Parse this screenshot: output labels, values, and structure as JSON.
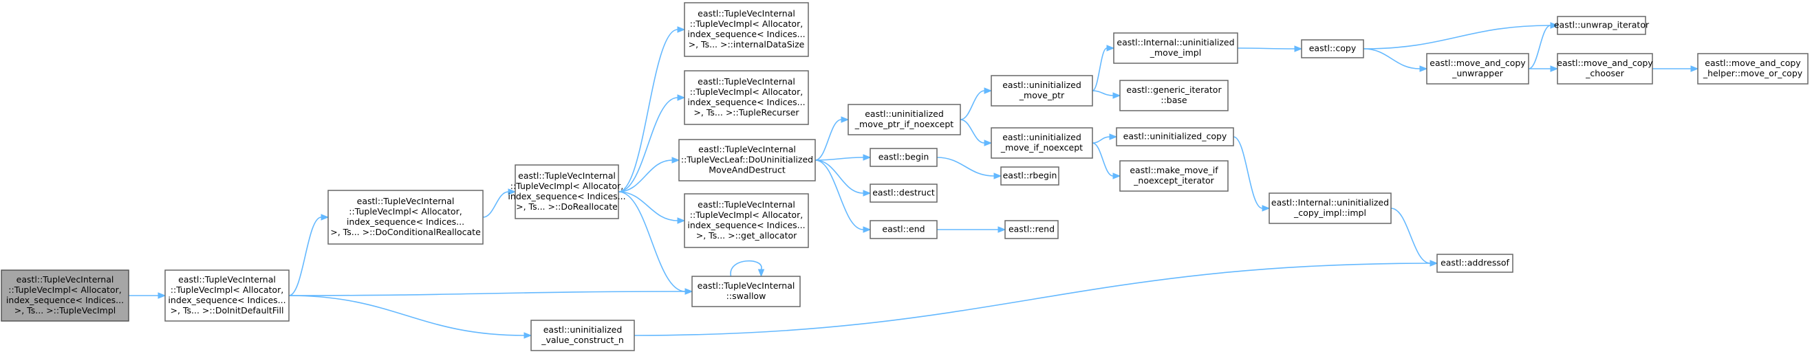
{
  "colors": {
    "edge": "#63b8ff",
    "node_border": "#666666",
    "root_fill": "#a6a6a6",
    "node_fill": "#ffffff"
  },
  "nodes": [
    {
      "id": "n0",
      "lines": [
        "eastl::TupleVecInternal",
        "::TupleVecImpl< Allocator,",
        "index_sequence< Indices...",
        ">, Ts... >::TupleVecImpl"
      ],
      "root": true
    },
    {
      "id": "n1",
      "lines": [
        "eastl::TupleVecInternal",
        "::TupleVecImpl< Allocator,",
        "index_sequence< Indices...",
        ">, Ts... >::DoInitDefaultFill"
      ]
    },
    {
      "id": "n2",
      "lines": [
        "eastl::TupleVecInternal",
        "::TupleVecImpl< Allocator,",
        "index_sequence< Indices...",
        ">, Ts... >::DoConditionalReallocate"
      ]
    },
    {
      "id": "n3",
      "lines": [
        "eastl::TupleVecInternal",
        "::TupleVecImpl< Allocator,",
        "index_sequence< Indices...",
        ">, Ts... >::DoReallocate"
      ]
    },
    {
      "id": "n4",
      "lines": [
        "eastl::TupleVecInternal",
        "::TupleVecImpl< Allocator,",
        "index_sequence< Indices...",
        ">, Ts... >::internalDataSize"
      ]
    },
    {
      "id": "n5",
      "lines": [
        "eastl::TupleVecInternal",
        "::TupleVecImpl< Allocator,",
        "index_sequence< Indices...",
        ">, Ts... >::TupleRecurser"
      ]
    },
    {
      "id": "n6",
      "lines": [
        "eastl::TupleVecInternal",
        "::TupleVecLeaf::DoUninitialized",
        "MoveAndDestruct"
      ]
    },
    {
      "id": "n7",
      "lines": [
        "eastl::TupleVecInternal",
        "::TupleVecImpl< Allocator,",
        "index_sequence< Indices...",
        ">, Ts... >::get_allocator"
      ]
    },
    {
      "id": "n8",
      "lines": [
        "eastl::TupleVecInternal",
        "::swallow"
      ]
    },
    {
      "id": "n9",
      "lines": [
        "eastl::uninitialized",
        "_value_construct_n"
      ]
    },
    {
      "id": "n10",
      "lines": [
        "eastl::uninitialized",
        "_move_ptr_if_noexcept"
      ]
    },
    {
      "id": "n11",
      "lines": [
        "eastl::begin"
      ]
    },
    {
      "id": "n12",
      "lines": [
        "eastl::destruct"
      ]
    },
    {
      "id": "n13",
      "lines": [
        "eastl::end"
      ]
    },
    {
      "id": "n14",
      "lines": [
        "eastl::uninitialized",
        "_move_ptr"
      ]
    },
    {
      "id": "n15",
      "lines": [
        "eastl::uninitialized",
        "_move_if_noexcept"
      ]
    },
    {
      "id": "n16",
      "lines": [
        "eastl::rbegin"
      ]
    },
    {
      "id": "n17",
      "lines": [
        "eastl::rend"
      ]
    },
    {
      "id": "n18",
      "lines": [
        "eastl::Internal::uninitialized",
        "_move_impl"
      ]
    },
    {
      "id": "n19",
      "lines": [
        "eastl::generic_iterator",
        "::base"
      ]
    },
    {
      "id": "n20",
      "lines": [
        "eastl::uninitialized_copy"
      ]
    },
    {
      "id": "n21",
      "lines": [
        "eastl::make_move_if",
        "_noexcept_iterator"
      ]
    },
    {
      "id": "n22",
      "lines": [
        "eastl::copy"
      ]
    },
    {
      "id": "n23",
      "lines": [
        "eastl::Internal::uninitialized",
        "_copy_impl::impl"
      ]
    },
    {
      "id": "n24",
      "lines": [
        "eastl::addressof"
      ]
    },
    {
      "id": "n25",
      "lines": [
        "eastl::move_and_copy",
        "_unwrapper"
      ]
    },
    {
      "id": "n26",
      "lines": [
        "eastl::unwrap_iterator"
      ]
    },
    {
      "id": "n27",
      "lines": [
        "eastl::move_and_copy",
        "_chooser"
      ]
    },
    {
      "id": "n28",
      "lines": [
        "eastl::move_and_copy",
        "_helper::move_or_copy"
      ]
    }
  ],
  "edges": [
    [
      "n0",
      "n1"
    ],
    [
      "n1",
      "n2"
    ],
    [
      "n1",
      "n8"
    ],
    [
      "n1",
      "n9"
    ],
    [
      "n2",
      "n3"
    ],
    [
      "n3",
      "n4"
    ],
    [
      "n3",
      "n5"
    ],
    [
      "n3",
      "n6"
    ],
    [
      "n3",
      "n7"
    ],
    [
      "n3",
      "n8"
    ],
    [
      "n8",
      "n8"
    ],
    [
      "n6",
      "n10"
    ],
    [
      "n6",
      "n11"
    ],
    [
      "n6",
      "n12"
    ],
    [
      "n6",
      "n13"
    ],
    [
      "n10",
      "n14"
    ],
    [
      "n10",
      "n15"
    ],
    [
      "n11",
      "n16"
    ],
    [
      "n13",
      "n17"
    ],
    [
      "n14",
      "n18"
    ],
    [
      "n14",
      "n19"
    ],
    [
      "n15",
      "n20"
    ],
    [
      "n15",
      "n21"
    ],
    [
      "n18",
      "n22"
    ],
    [
      "n20",
      "n23"
    ],
    [
      "n23",
      "n24"
    ],
    [
      "n9",
      "n24"
    ],
    [
      "n22",
      "n26"
    ],
    [
      "n22",
      "n25"
    ],
    [
      "n25",
      "n26"
    ],
    [
      "n25",
      "n27"
    ],
    [
      "n27",
      "n28"
    ]
  ]
}
